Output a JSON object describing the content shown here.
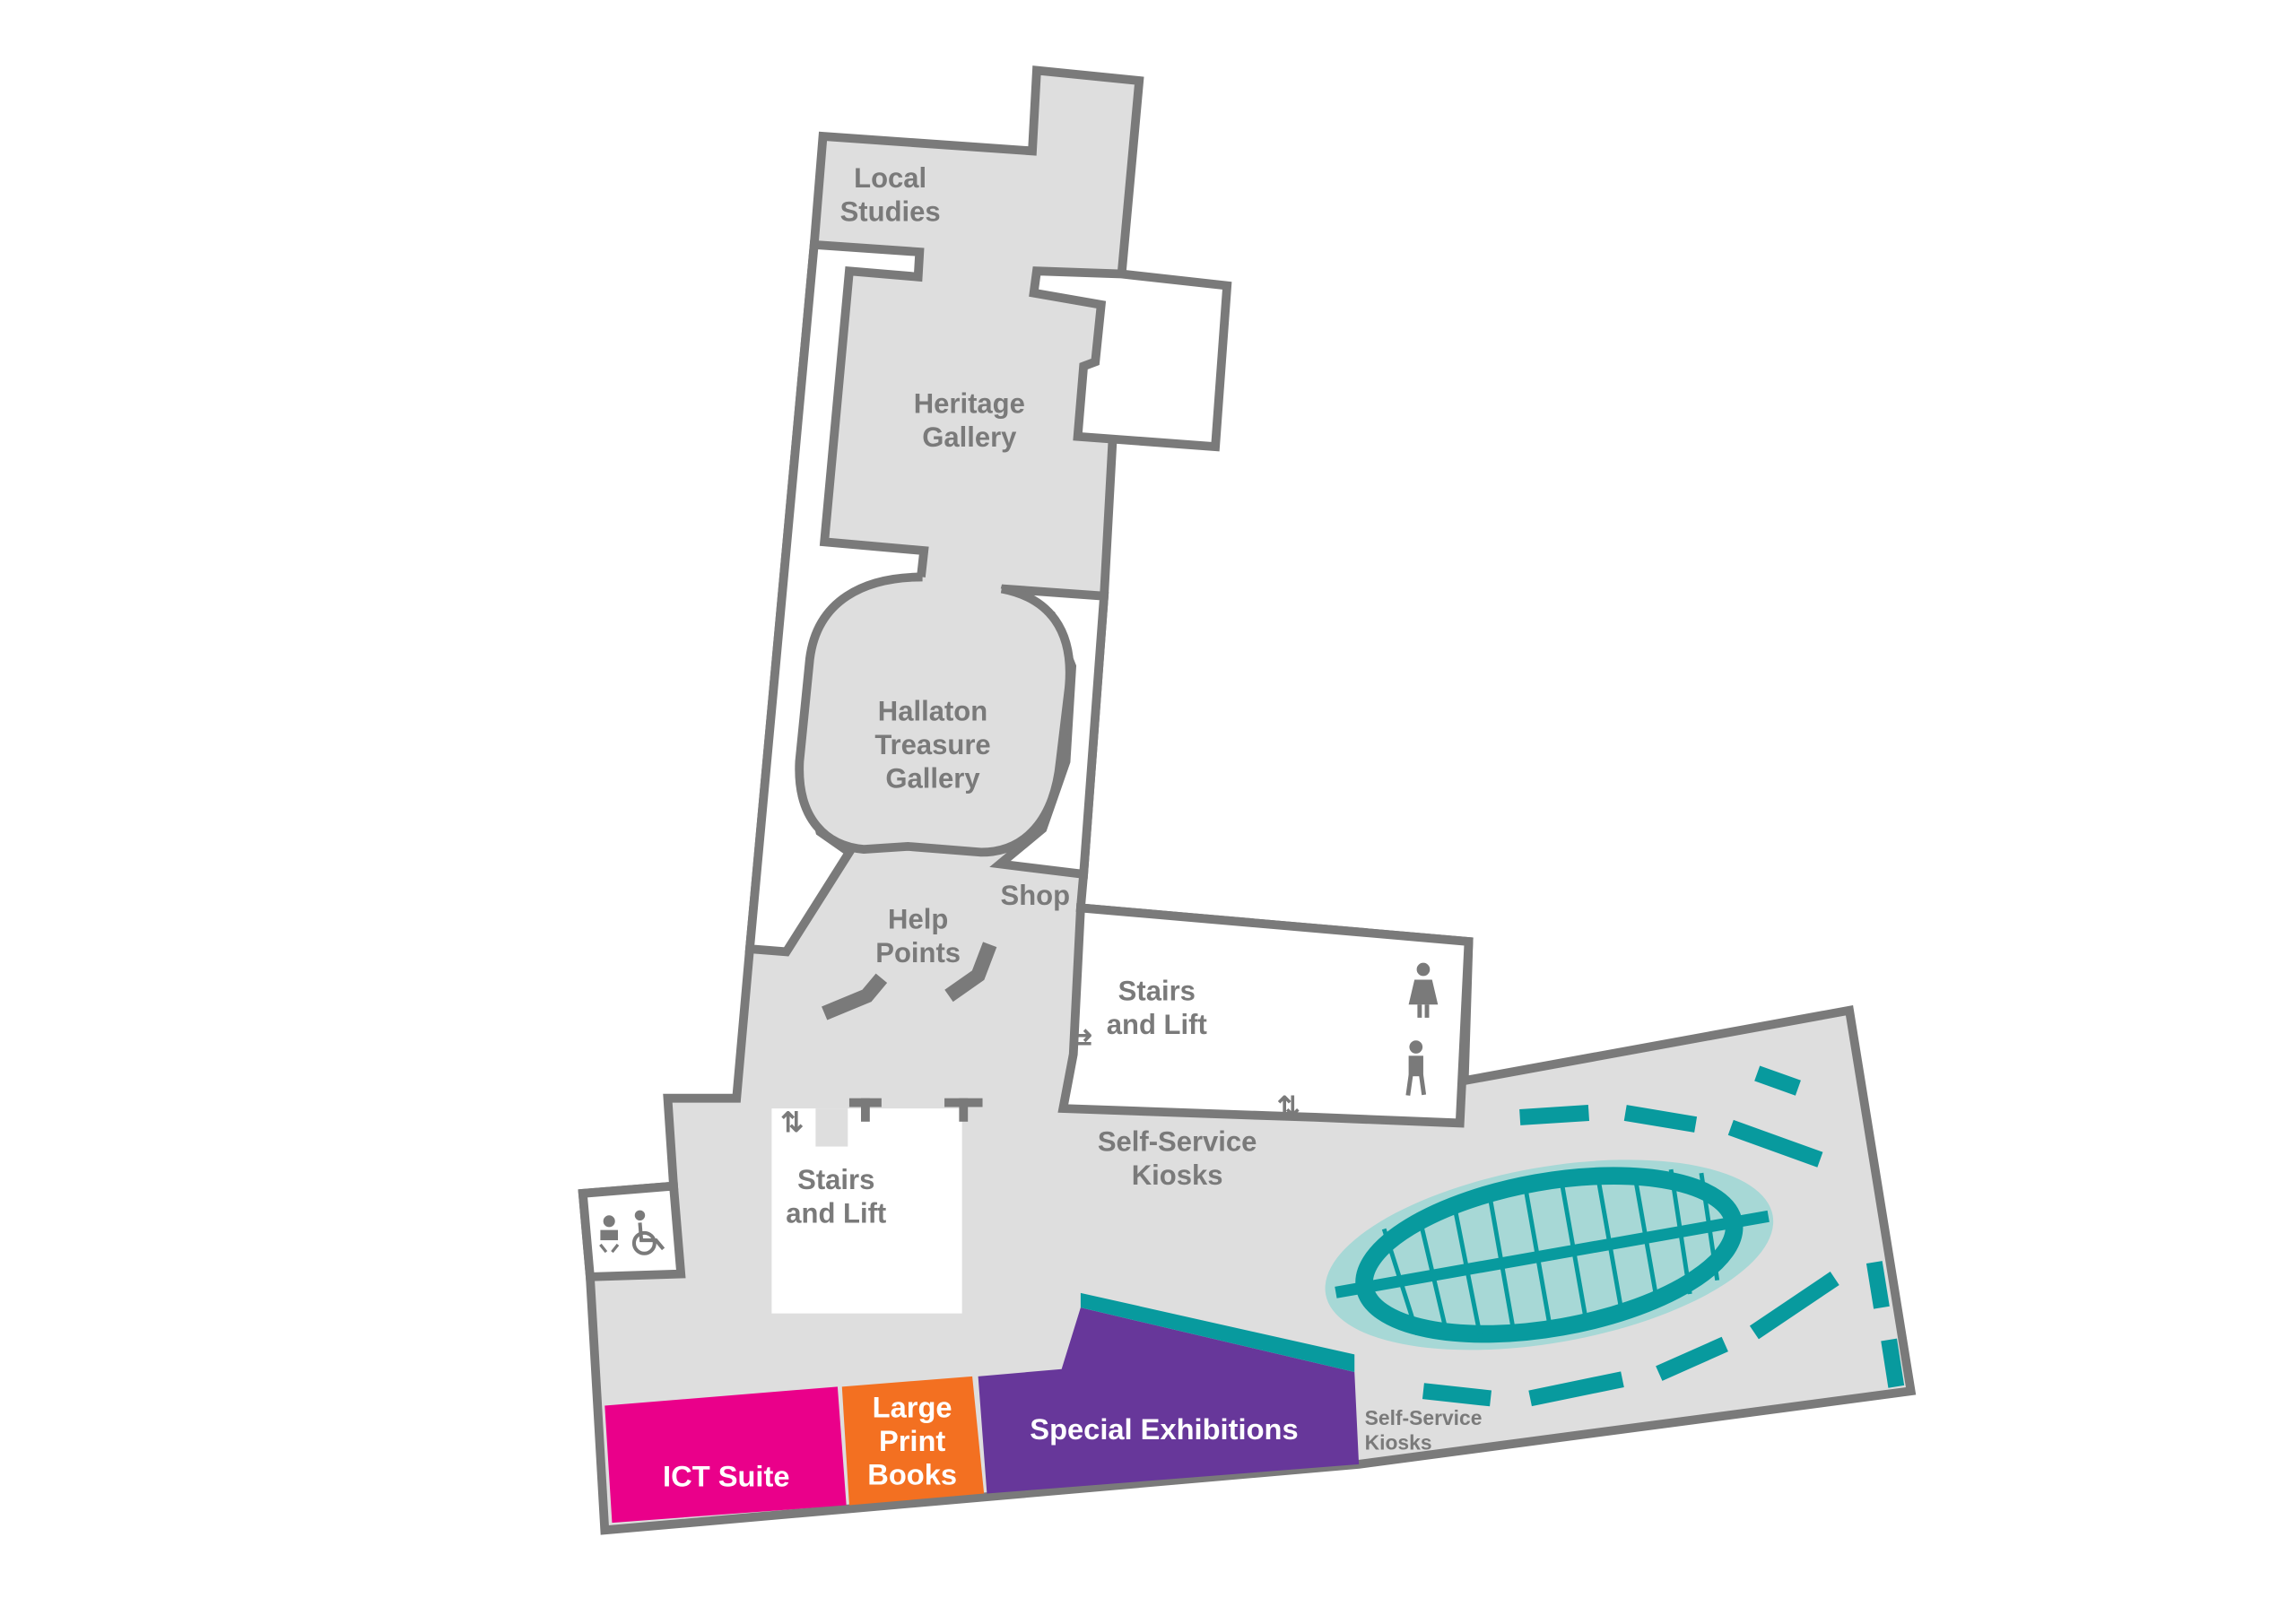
{
  "title": "Library floor plan",
  "colors": {
    "floor": "#dedede",
    "wall": "#7a7a7a",
    "ict": "#ea008a",
    "large_print": "#f37021",
    "exhibitions": "#67379a",
    "teal": "#089a9e",
    "teal_light": "#a7d8d6"
  },
  "areas": {
    "local_studies": [
      "Local",
      "Studies"
    ],
    "heritage_gallery": [
      "Heritage",
      "Gallery"
    ],
    "hallaton": [
      "Hallaton",
      "Treasure",
      "Gallery"
    ],
    "help_points": [
      "Help",
      "Points"
    ],
    "shop": "Shop",
    "stairs_lift_right": [
      "Stairs",
      "and Lift"
    ],
    "stairs_lift_left": [
      "Stairs",
      "and Lift"
    ],
    "kiosks_center": [
      "Self-Service",
      "Kiosks"
    ],
    "kiosks_right": [
      "Self-Service",
      "Kiosks"
    ],
    "ict_suite": "ICT Suite",
    "large_print": [
      "Large",
      "Print",
      "Books"
    ],
    "special_exhibitions": "Special Exhibitions"
  },
  "icons": [
    "female-toilet-icon",
    "male-toilet-icon",
    "baby-change-icon",
    "accessible-toilet-icon",
    "stairs-arrows-icon",
    "lift-arrows-icon"
  ]
}
